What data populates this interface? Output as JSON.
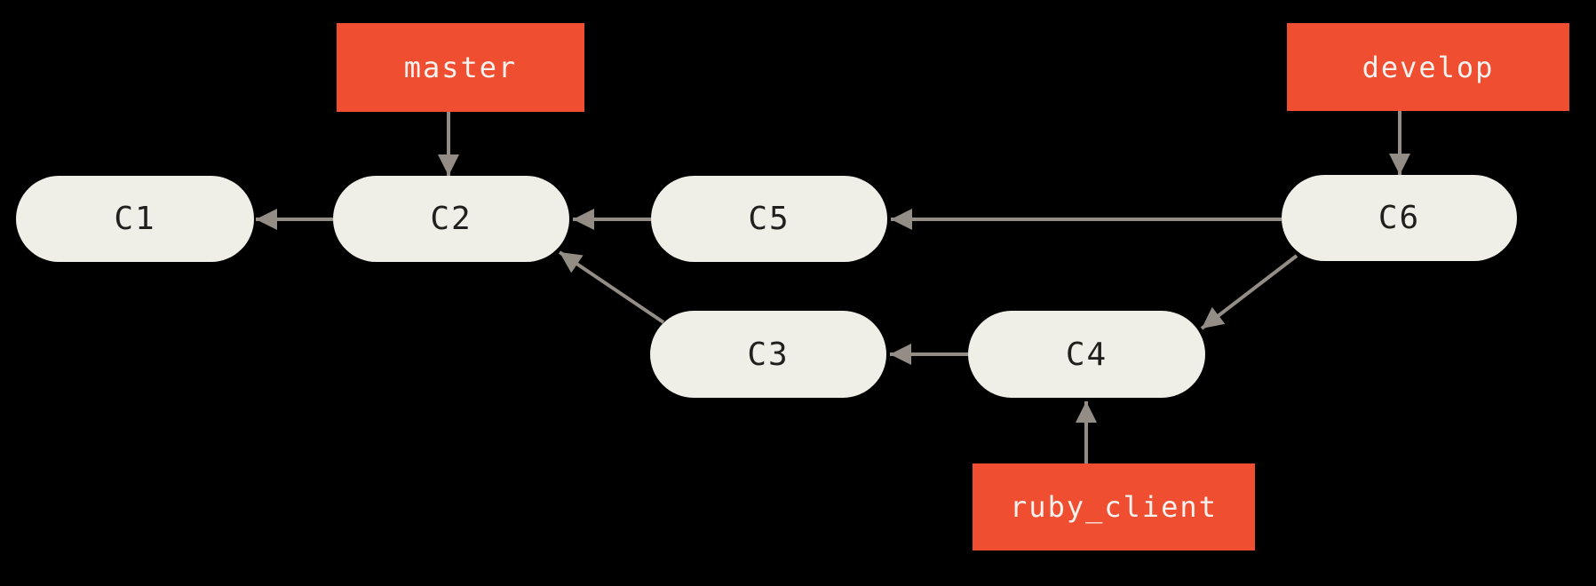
{
  "diagram": {
    "type": "git-commit-graph",
    "commits": {
      "c1": "C1",
      "c2": "C2",
      "c3": "C3",
      "c4": "C4",
      "c5": "C5",
      "c6": "C6"
    },
    "branches": {
      "master": "master",
      "develop": "develop",
      "ruby_client": "ruby_client"
    },
    "edges": [
      {
        "from": "C2",
        "to": "C1"
      },
      {
        "from": "C5",
        "to": "C2"
      },
      {
        "from": "C6",
        "to": "C5"
      },
      {
        "from": "C3",
        "to": "C2"
      },
      {
        "from": "C4",
        "to": "C3"
      },
      {
        "from": "C6",
        "to": "C4"
      },
      {
        "from": "master",
        "to": "C2"
      },
      {
        "from": "develop",
        "to": "C6"
      },
      {
        "from": "ruby_client",
        "to": "C4"
      }
    ],
    "colors": {
      "background": "#000000",
      "commit_fill": "#F0EFE7",
      "commit_text": "#21201E",
      "branch_fill": "#F04E31",
      "branch_text": "#F6F2EF",
      "arrow": "#938D86"
    }
  }
}
